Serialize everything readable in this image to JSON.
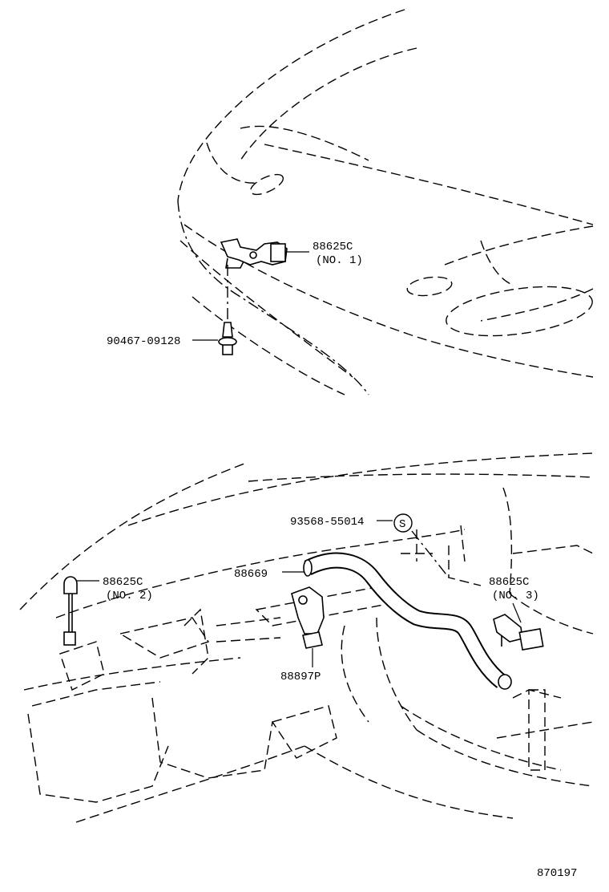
{
  "callouts": {
    "p1_num": "88625C",
    "p1_sub": "(NO. 1)",
    "bolt": "90467-09128",
    "p2_num": "88625C",
    "p2_sub": "(NO. 2)",
    "hose": "88669",
    "clip": "93568-55014",
    "clip_marker": "S",
    "p3_num": "88625C",
    "p3_sub": "(NO. 3)",
    "bracket": "88897P"
  },
  "diagram_id": "870197"
}
